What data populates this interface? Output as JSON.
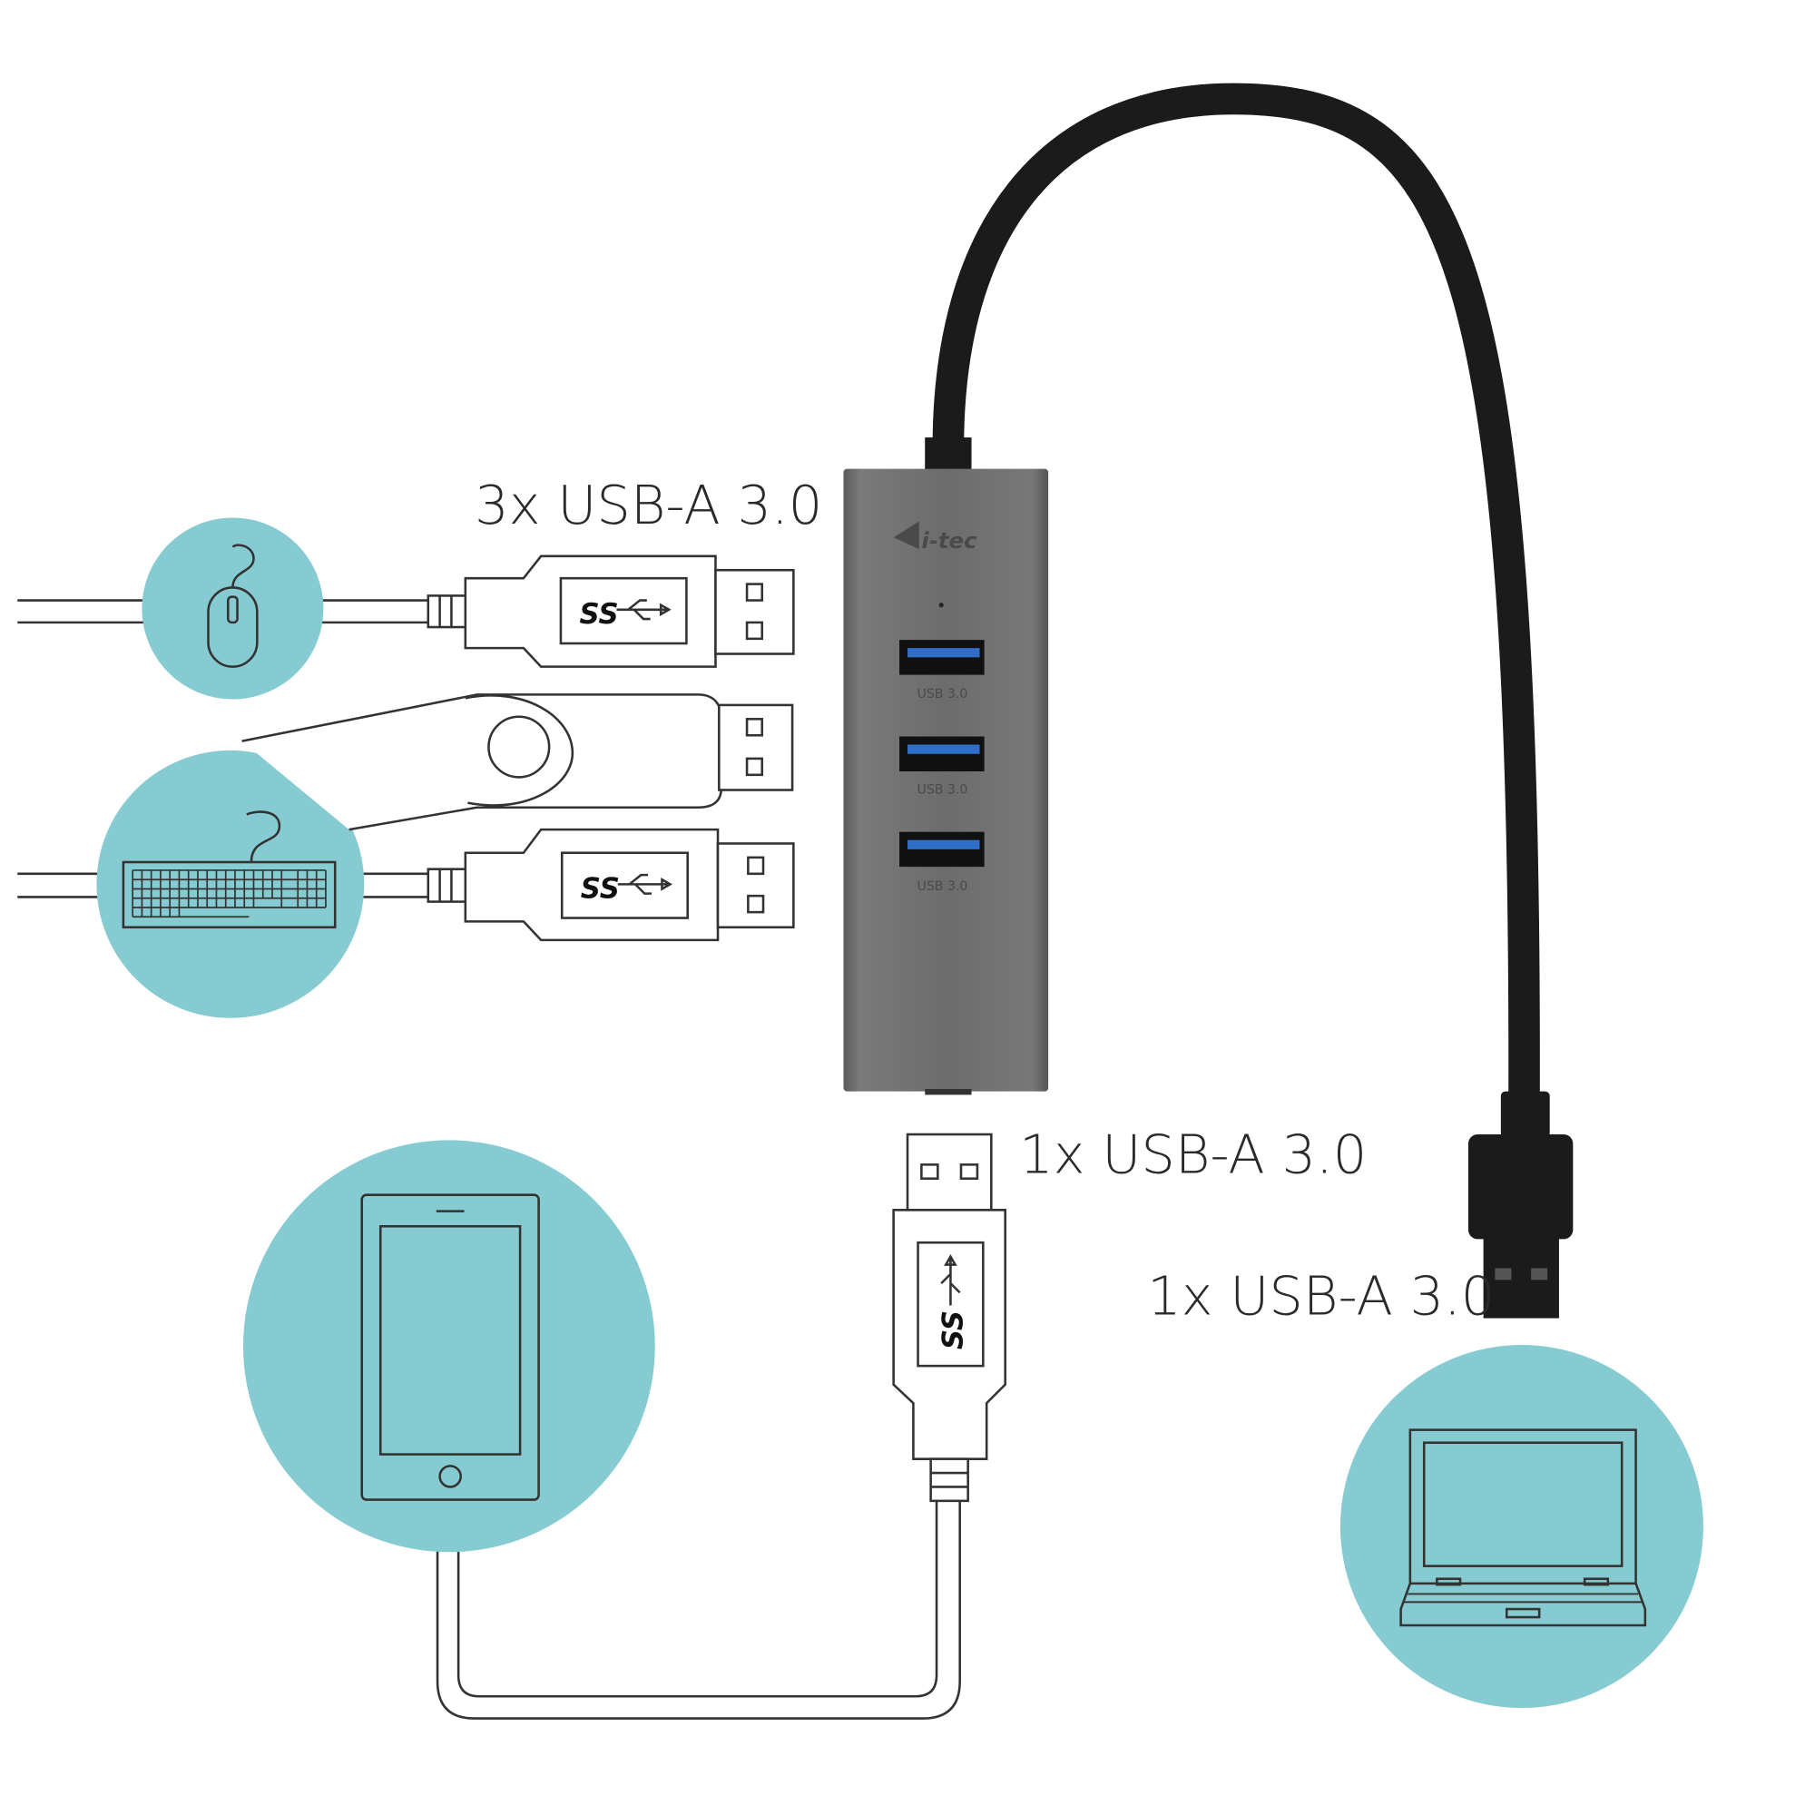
{
  "labels": {
    "hub_ports": "3x USB-A 3.0",
    "downstream_port": "1x USB-A 3.0",
    "upstream_connector": "1x USB-A 3.0"
  },
  "hub": {
    "brand_logo": "i-tec",
    "port_labels": [
      "USB 3.0",
      "USB 3.0",
      "USB 3.0"
    ],
    "body_color": "#6b6b6b"
  },
  "plugs": {
    "ss_logo": "SS"
  },
  "devices": [
    "mouse-icon",
    "usb-flash-drive-icon",
    "keyboard-icon",
    "tablet-icon",
    "laptop-icon"
  ],
  "colors": {
    "circle": "#87cbd2",
    "cable": "#1b1b1b",
    "port_blue": "#2f6fc9"
  }
}
